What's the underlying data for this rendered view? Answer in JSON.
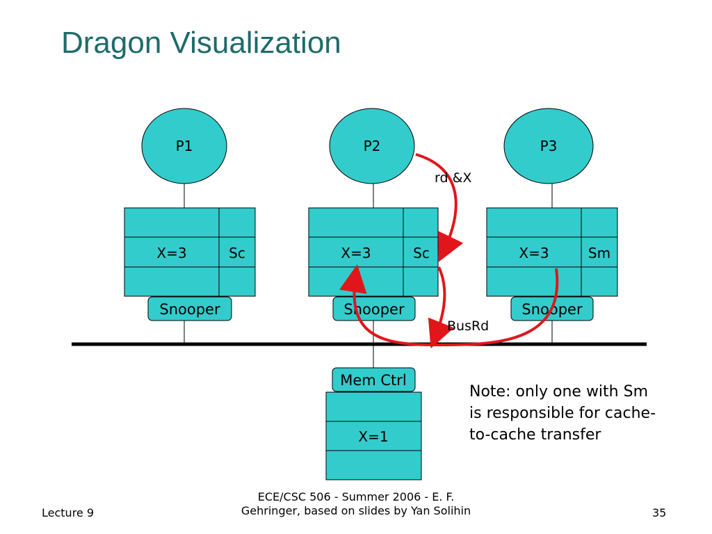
{
  "slide": {
    "title": "Dragon Visualization",
    "note_lines": [
      "Note: only one with Sm",
      "is responsible for cache-",
      "to-cache transfer"
    ],
    "footer_left": "Lecture 9",
    "footer_center_lines": [
      "ECE/CSC 506 - Summer 2006 - E. F.",
      "Gehringer, based on slides by Yan Solihin"
    ],
    "footer_right": "35"
  },
  "diagram": {
    "colors": {
      "fill": "#33cccc",
      "arrow": "#e0161b",
      "line": "#000000"
    },
    "processors": [
      {
        "label": "P1",
        "cache_value": "X=3",
        "cache_state": "Sc",
        "snooper": "Snooper"
      },
      {
        "label": "P2",
        "cache_value": "X=3",
        "cache_state": "Sc",
        "snooper": "Snooper"
      },
      {
        "label": "P3",
        "cache_value": "X=3",
        "cache_state": "Sm",
        "snooper": "Snooper"
      }
    ],
    "memory": {
      "controller": "Mem Ctrl",
      "value": "X=1"
    },
    "arrow_labels": {
      "request": "rd &X",
      "bus": "BusRd"
    }
  }
}
